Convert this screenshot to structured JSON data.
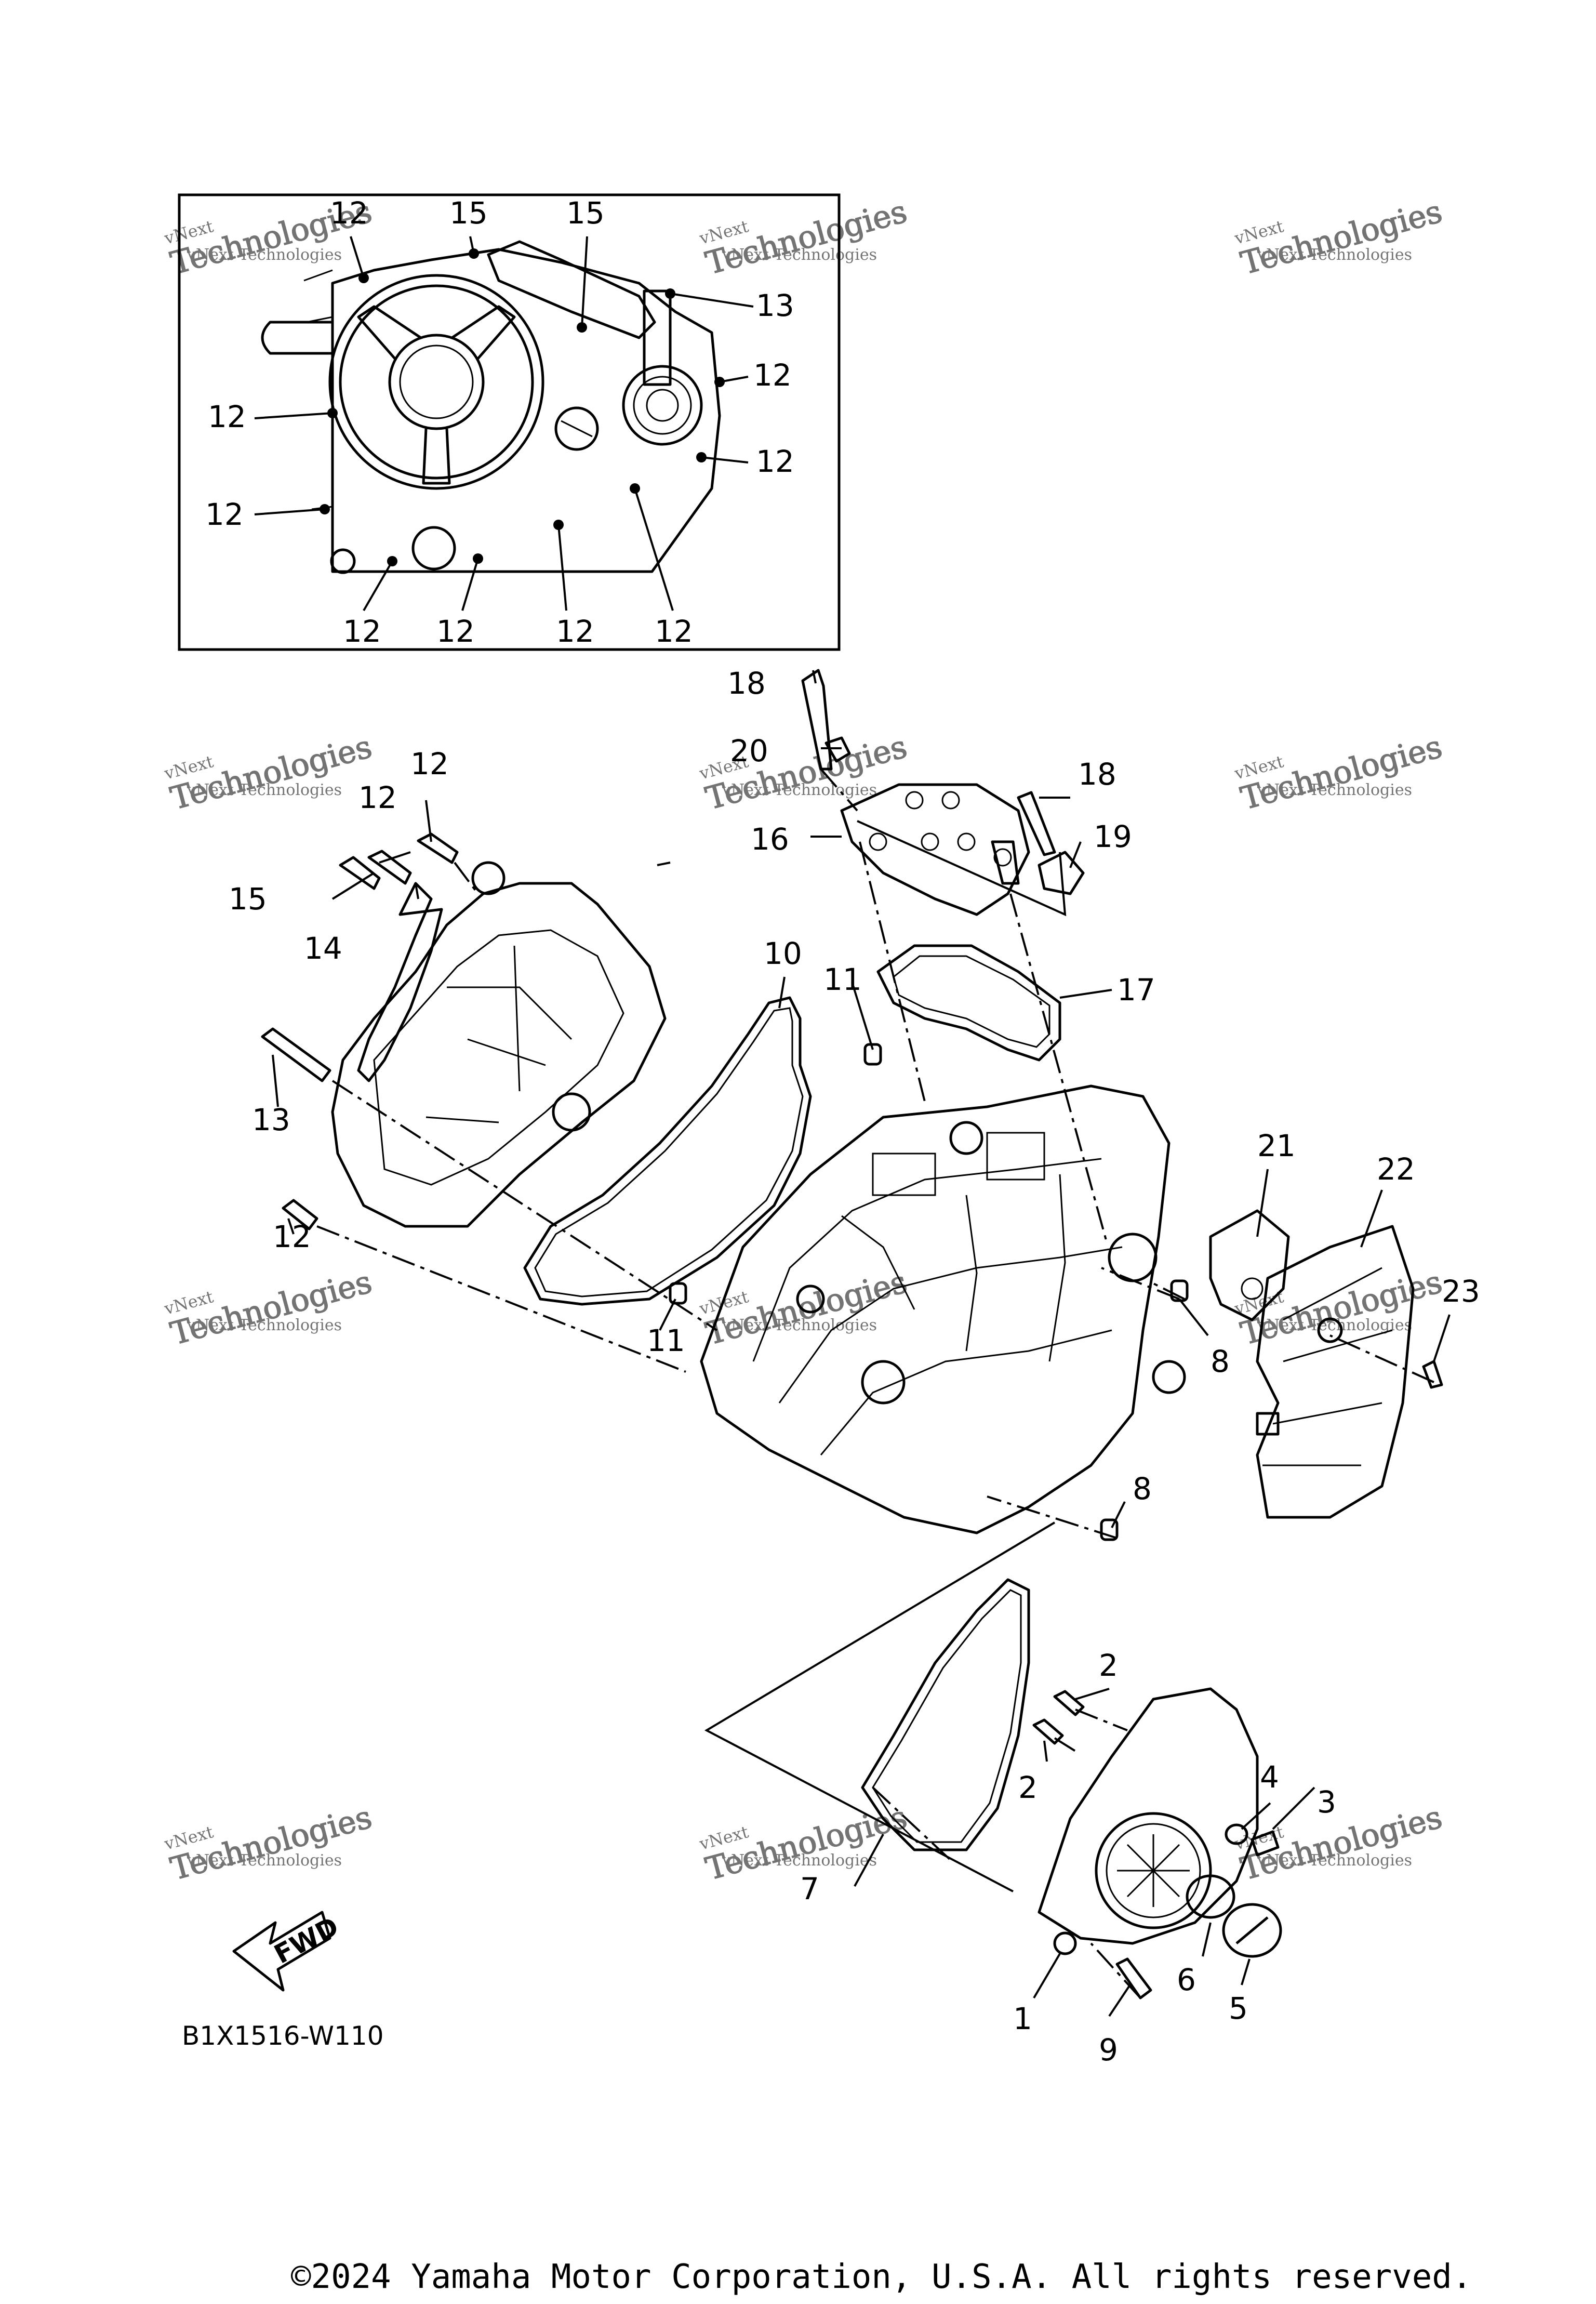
{
  "inset": {
    "callouts": [
      "12",
      "15",
      "15",
      "13",
      "12",
      "12",
      "12",
      "12",
      "12",
      "12",
      "12",
      "12"
    ]
  },
  "main_callouts": {
    "c1": "1",
    "c2a": "2",
    "c2b": "2",
    "c3": "3",
    "c4": "4",
    "c5": "5",
    "c6": "6",
    "c7": "7",
    "c8a": "8",
    "c8b": "8",
    "c9": "9",
    "c10": "10",
    "c11a": "11",
    "c11b": "11",
    "c12a": "12",
    "c12b": "12",
    "c12c": "12",
    "c13": "13",
    "c14": "14",
    "c15": "15",
    "c16": "16",
    "c17": "17",
    "c18a": "18",
    "c18b": "18",
    "c19": "19",
    "c20": "20",
    "c21": "21",
    "c22": "22",
    "c23": "23"
  },
  "fwd_label": "FWD",
  "diagram_code": "B1X1516-W110",
  "watermark": {
    "line1": "vNext",
    "line2": "Technologies",
    "small": "vNext Technologies"
  },
  "copyright": "©2024 Yamaha Motor Corporation, U.S.A. All rights reserved."
}
